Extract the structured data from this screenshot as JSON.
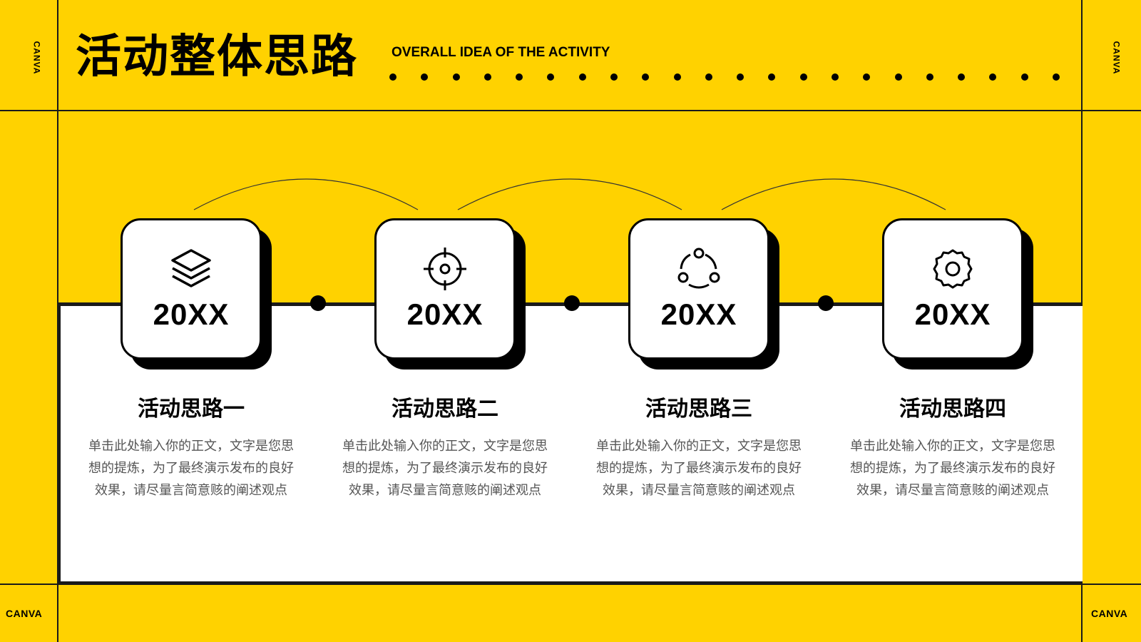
{
  "brand": {
    "mark": "CANVA"
  },
  "header": {
    "title": "活动整体思路",
    "subtitle": "OVERALL IDEA OF THE ACTIVITY"
  },
  "items": [
    {
      "icon": "layers-icon",
      "year": "20XX",
      "title": "活动思路一",
      "body": "单击此处输入你的正文，文字是您思想的提炼，为了最终演示发布的良好效果，请尽量言简意赅的阐述观点"
    },
    {
      "icon": "target-icon",
      "year": "20XX",
      "title": "活动思路二",
      "body": "单击此处输入你的正文，文字是您思想的提炼，为了最终演示发布的良好效果，请尽量言简意赅的阐述观点"
    },
    {
      "icon": "cycle-icon",
      "year": "20XX",
      "title": "活动思路三",
      "body": "单击此处输入你的正文，文字是您思想的提炼，为了最终演示发布的良好效果，请尽量言简意赅的阐述观点"
    },
    {
      "icon": "gear-icon",
      "year": "20XX",
      "title": "活动思路四",
      "body": "单击此处输入你的正文，文字是您思想的提炼，为了最终演示发布的良好效果，请尽量言简意赅的阐述观点"
    }
  ],
  "colors": {
    "background": "#FFD200",
    "ink": "#000000",
    "panel": "#FFFFFF",
    "body_text": "#555555"
  }
}
